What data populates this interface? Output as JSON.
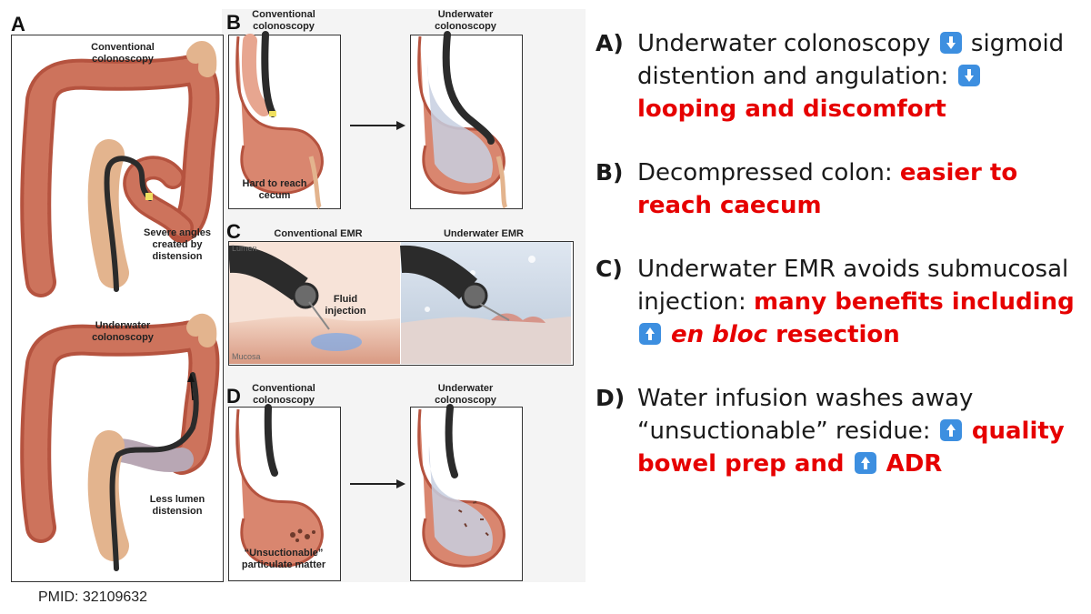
{
  "figure": {
    "panel_a": {
      "letter": "A",
      "top_title": "Conventional colonoscopy",
      "top_note": "Severe angles created by distension",
      "bottom_title": "Underwater colonoscopy",
      "bottom_note": "Less lumen distension"
    },
    "panel_b": {
      "letter": "B",
      "left_title": "Conventional colonoscopy",
      "right_title": "Underwater colonoscopy",
      "left_note": "Hard to reach cecum"
    },
    "panel_c": {
      "letter": "C",
      "left_title": "Conventional EMR",
      "right_title": "Underwater EMR",
      "lumen_label": "Lumen",
      "mucosa_label": "Mucosa",
      "fluid_label": "Fluid injection"
    },
    "panel_d": {
      "letter": "D",
      "left_title": "Conventional colonoscopy",
      "right_title": "Underwater colonoscopy",
      "left_note": "“Unsuctionable” particulate matter"
    },
    "citation": "PMID: 32109632"
  },
  "points": [
    {
      "key": "A)",
      "parts": [
        {
          "text": "Underwater colonoscopy ",
          "style": "normal"
        },
        {
          "icon": "down-arrow-icon"
        },
        {
          "text": " sigmoid distention and angulation: ",
          "style": "normal"
        },
        {
          "icon": "down-arrow-icon"
        },
        {
          "text": " looping and discomfort",
          "style": "red"
        }
      ]
    },
    {
      "key": "B)",
      "parts": [
        {
          "text": "Decompressed colon: ",
          "style": "normal"
        },
        {
          "text": "easier to reach caecum",
          "style": "red"
        }
      ]
    },
    {
      "key": "C)",
      "parts": [
        {
          "text": "Underwater EMR avoids submucosal injection: ",
          "style": "normal"
        },
        {
          "text": "many benefits including ",
          "style": "red"
        },
        {
          "icon": "up-arrow-icon"
        },
        {
          "text": " en bloc",
          "style": "red-italic"
        },
        {
          "text": " resection",
          "style": "red"
        }
      ]
    },
    {
      "key": "D)",
      "parts": [
        {
          "text": "Water infusion washes away “unsuctionable” residue: ",
          "style": "normal"
        },
        {
          "icon": "up-arrow-icon"
        },
        {
          "text": " quality bowel prep and ",
          "style": "red"
        },
        {
          "icon": "up-arrow-icon"
        },
        {
          "text": " ADR",
          "style": "red"
        }
      ]
    }
  ],
  "colors": {
    "highlight": "#e60000",
    "colon": "#c96a55",
    "colon_haustra": "#b5533f",
    "scope": "#2b2b2b",
    "water": "#cfd8e6",
    "arrow_icon": "#3d8fe0"
  }
}
